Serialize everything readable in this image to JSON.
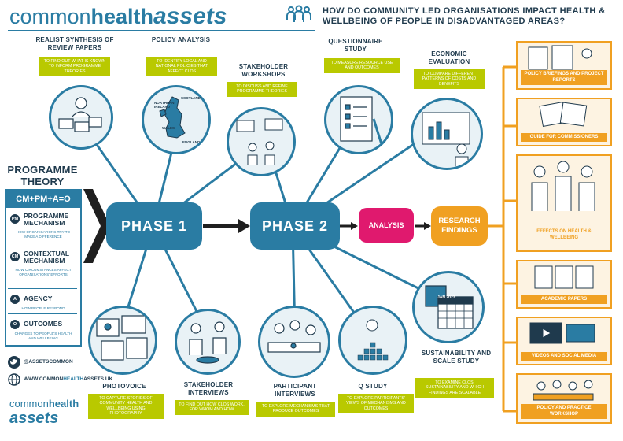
{
  "header": {
    "logo_common": "common",
    "logo_health": "health",
    "logo_assets": "assets",
    "question": "HOW DO COMMUNITY LED ORGANISATIONS IMPACT HEALTH & WELLBEING OF PEOPLE IN DISADVANTAGED AREAS?"
  },
  "theory": {
    "title": "PROGRAMME THEORY",
    "formula": "CM+PM+A=O",
    "items": [
      {
        "badge": "PM",
        "title": "PROGRAMME MECHANISM",
        "sub": "HOW ORGANISATIONS TRY TO MAKE A DIFFERENCE"
      },
      {
        "badge": "CM",
        "title": "CONTEXTUAL MECHANISM",
        "sub": "HOW CIRCUMSTANCES AFFECT ORGANISATIONS' EFFORTS"
      },
      {
        "badge": "A",
        "title": "AGENCY",
        "sub": "HOW PEOPLE RESPOND"
      },
      {
        "badge": "O",
        "title": "OUTCOMES",
        "sub": "CHANGES TO PEOPLE'S HEALTH AND WELLBEING"
      }
    ]
  },
  "phases": {
    "phase1": "PHASE 1",
    "phase2": "PHASE 2",
    "analysis": "ANALYSIS",
    "findings": "RESEARCH FINDINGS"
  },
  "methods": {
    "realist": {
      "title": "REALIST SYNTHESIS OF REVIEW PAPERS",
      "note": "TO FIND OUT WHAT IS KNOWN TO INFORM PROGRAMME THEORIES"
    },
    "policy": {
      "title": "POLICY ANALYSIS",
      "note": "TO IDENTIFY LOCAL AND NATIONAL POLICIES THAT AFFECT CLOs",
      "map_labels": [
        "NORTHERN IRELAND",
        "SCOTLAND",
        "WALES",
        "ENGLAND"
      ]
    },
    "stakeholder_workshops": {
      "title": "STAKEHOLDER WORKSHOPS",
      "note": "TO DISCUSS AND REFINE PROGRAMME THEORIES"
    },
    "questionnaire": {
      "title": "QUESTIONNAIRE STUDY",
      "note": "TO MEASURE RESOURCE USE AND OUTCOMES"
    },
    "economic": {
      "title": "ECONOMIC EVALUATION",
      "note": "TO COMPARE DIFFERENT PATTERNS OF COSTS AND BENEFITS"
    },
    "photovoice": {
      "title": "PHOTOVOICE",
      "note": "TO CAPTURE STORIES OF COMMUNITY HEALTH AND WELLBEING USING PHOTOGRAPHY"
    },
    "stakeholder_interviews": {
      "title": "STAKEHOLDER INTERVIEWS",
      "note": "TO FIND OUT HOW CLOs WORK, FOR WHOM AND HOW"
    },
    "participant_interviews": {
      "title": "PARTICIPANT INTERVIEWS",
      "note": "TO EXPLORE MECHANISMS THAT PRODUCE OUTCOMES"
    },
    "q_study": {
      "title": "Q STUDY",
      "note": "TO EXPLORE PARTICIPANTS' VIEWS OF MECHANISMS AND OUTCOMES"
    },
    "sustainability": {
      "title": "SUSTAINABILITY AND SCALE STUDY",
      "note": "TO EXAMINE CLOs' SUSTAINABILITY AND WHICH FINDINGS ARE SCALABLE",
      "calendar_label": "JAN 2023"
    }
  },
  "outputs": [
    "POLICY BRIEFINGS AND PROJECT REPORTS",
    "GUIDE FOR COMMISSIONERS",
    "EFFECTS ON HEALTH & WELLBEING",
    "ACADEMIC PAPERS",
    "VIDEOS AND SOCIAL MEDIA",
    "POLICY AND PRACTICE WORKSHOP"
  ],
  "footer": {
    "twitter": "@ASSETSCOMMON",
    "website_pre": "WWW.COMMON",
    "website_mid": "HEALTH",
    "website_post": "ASSETS.UK",
    "logo_common": "common",
    "logo_health": "health",
    "logo_assets": "assets"
  },
  "colors": {
    "primary_blue": "#2a7ca3",
    "dark_navy": "#1f3a4d",
    "lime": "#b9c900",
    "orange": "#f0a021",
    "magenta": "#e0196e"
  },
  "icons": [
    "twitter-icon",
    "globe-icon",
    "people-icon"
  ]
}
